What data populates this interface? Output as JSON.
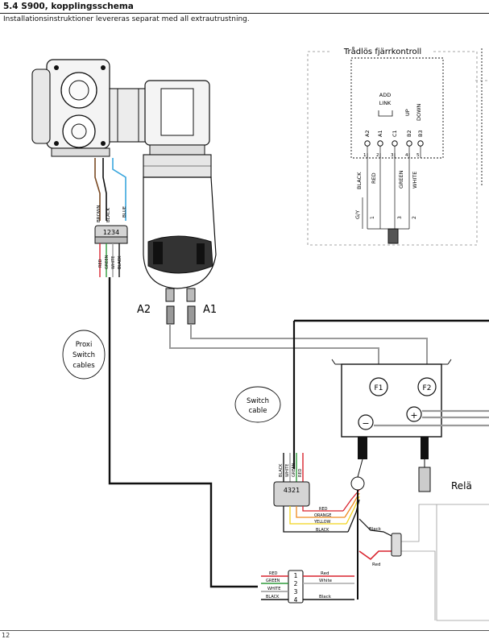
{
  "header": {
    "title": "5.4 S900, kopplingsschema",
    "subtitle": "Installationsinstruktioner levereras separat med all extrautrustning."
  },
  "remote": {
    "title": "Trådlös fjärrkontroll",
    "add": "ADD",
    "link": "LINK",
    "up": "UP",
    "down": "DOWN",
    "terminals": [
      "A2",
      "A1",
      "C1",
      "B2",
      "B3"
    ],
    "pin_numbers": [
      "1",
      "2",
      "3",
      "4",
      "5"
    ],
    "wire_colors": [
      "BLACK",
      "RED",
      "GREEN",
      "WHITE"
    ],
    "gy": "G/Y",
    "bottom_pins": [
      "1",
      "3",
      "2"
    ]
  },
  "motor": {
    "a2": "A2",
    "a1": "A1",
    "upper_wires": [
      "BROWN",
      "BLACK",
      "BLUE"
    ],
    "connector_pins": "1234",
    "lower_wires": [
      "RED",
      "GREEN",
      "WHITE",
      "BLACK"
    ]
  },
  "bubbles": {
    "proxi": [
      "Proxi",
      "Switch",
      "cables"
    ],
    "switch": [
      "Switch",
      "cable"
    ]
  },
  "relay": {
    "label": "Relä",
    "f1": "F1",
    "f2": "F2",
    "minus": "−",
    "plus": "+"
  },
  "switch_conn": {
    "top_wires": [
      "BLACK",
      "WHITE",
      "GREEN",
      "RED"
    ],
    "pins": "4321",
    "out_wires": [
      "RED",
      "ORANGE",
      "YELLOW",
      "BLACK"
    ]
  },
  "small_labels": {
    "black_top": "Black",
    "red_right": "Red"
  },
  "junction": {
    "left_wires": [
      "RED",
      "GREEN",
      "WHITE",
      "BLACK"
    ],
    "pins": [
      "1",
      "2",
      "3",
      "4"
    ],
    "right_wires": [
      "Red",
      "White",
      "Black"
    ]
  },
  "footer": {
    "page": "12"
  },
  "colors": {
    "red": "#d9232e",
    "green": "#2e9b3a",
    "yellow": "#f2d31b",
    "orange": "#ef8a1f",
    "blue": "#3aa6dd",
    "brown": "#7a4a24",
    "grey": "#9a9a9a"
  }
}
